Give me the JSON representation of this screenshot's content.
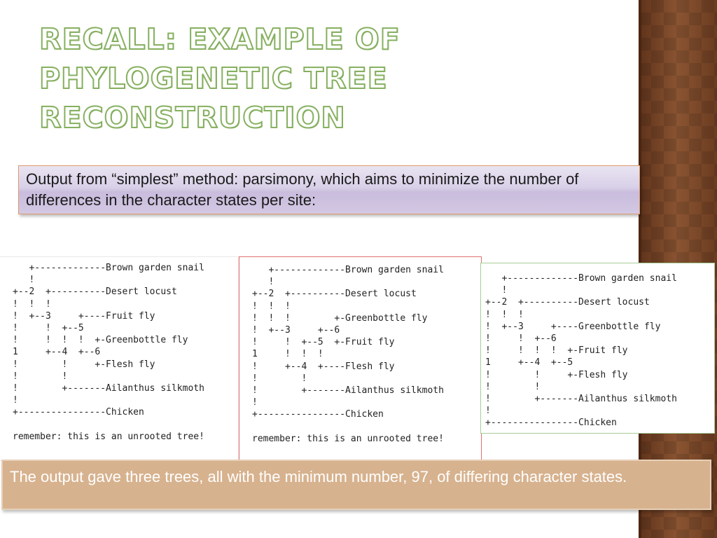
{
  "slide": {
    "title": "Recall: Example of phylogenetic tree reconstruction",
    "callout": "Output from “simplest” method: parsimony, which aims to minimize the number of differences in the character states per site:",
    "summary": "The output gave three trees, all with the minimum number, 97, of differing character states."
  },
  "trees": [
    {
      "text": "   +-------------Brown garden snail\n   !\n+--2  +----------Desert locust\n!  !  !\n!  +--3     +----Fruit fly\n!     !  +--5\n!     !  !  !  +-Greenbottle fly\n1     +--4  +--6\n!        !     +-Flesh fly\n!        !\n!        +-------Ailanthus silkmoth\n!\n+----------------Chicken\n\nremember: this is an unrooted tree!"
    },
    {
      "text": "   +-------------Brown garden snail\n   !\n+--2  +----------Desert locust\n!  !  !\n!  !  !        +-Greenbottle fly\n!  +--3     +--6\n!     !  +--5  +-Fruit fly\n1     !  !  !\n!     +--4  +----Flesh fly\n!        !\n!        +-------Ailanthus silkmoth\n!\n+----------------Chicken\n\nremember: this is an unrooted tree!"
    },
    {
      "text": "   +-------------Brown garden snail\n   !\n+--2  +----------Desert locust\n!  !  !\n!  +--3     +----Greenbottle fly\n!     !  +--6\n!     !  !  !  +-Fruit fly\n1     +--4  +--5\n!        !     +-Flesh fly\n!        !\n!        +-------Ailanthus silkmoth\n!\n+----------------Chicken"
    }
  ]
}
